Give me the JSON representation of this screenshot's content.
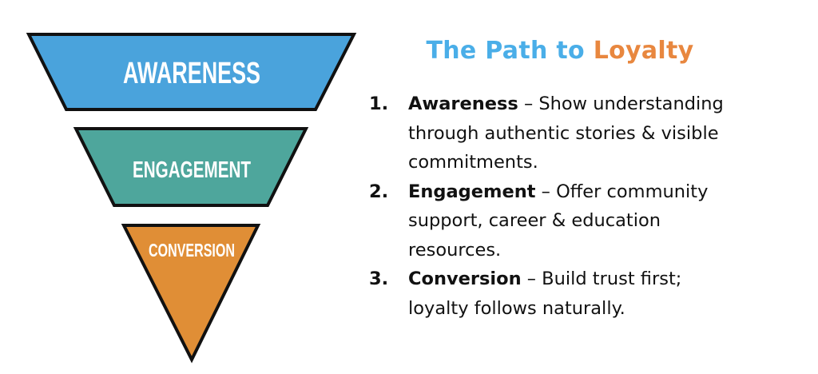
{
  "funnel": {
    "stages": [
      {
        "label": "AWARENESS",
        "color": "#4aa3dc"
      },
      {
        "label": "ENGAGEMENT",
        "color": "#4ea69c"
      },
      {
        "label": "CONVERSION",
        "color": "#e08e36"
      }
    ]
  },
  "title": {
    "part1": "The Path to",
    "part2": "Loyalty"
  },
  "steps": [
    {
      "number": "1.",
      "term": "Awareness",
      "first": " – Show understanding",
      "rest": [
        "through authentic stories & visible",
        "commitments."
      ]
    },
    {
      "number": "2.",
      "term": "Engagement",
      "first": " – Offer community",
      "rest": [
        "support, career & education",
        "resources."
      ]
    },
    {
      "number": "3.",
      "term": "Conversion",
      "first": " – Build trust first;",
      "rest": [
        "loyalty follows naturally."
      ]
    }
  ]
}
